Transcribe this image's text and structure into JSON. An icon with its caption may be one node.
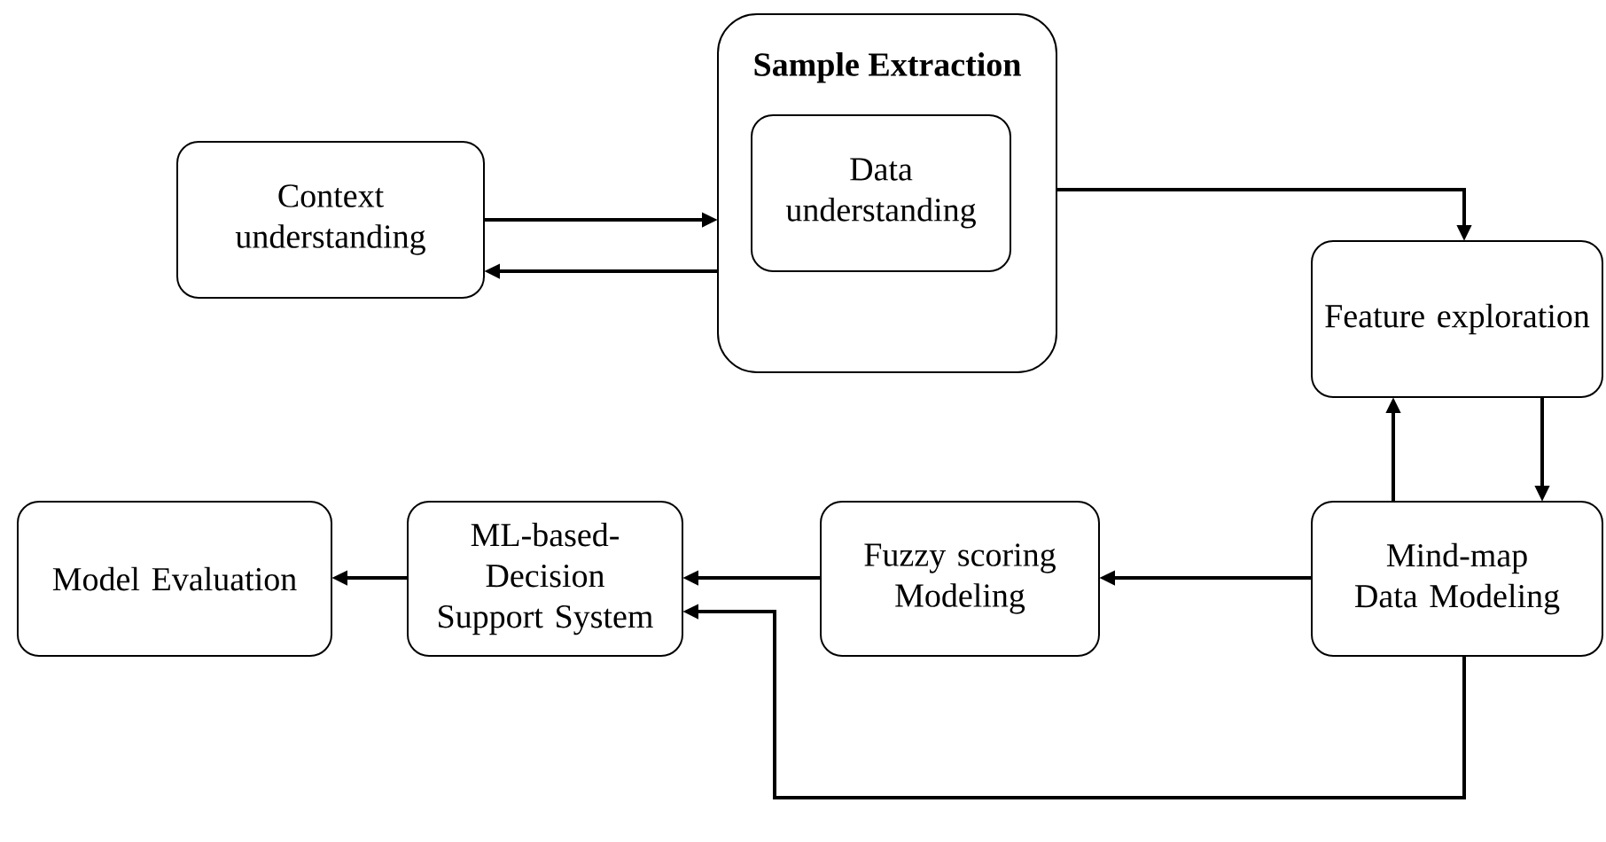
{
  "diagram": {
    "nodes": [
      {
        "text": [
          "Context understanding"
        ]
      },
      {
        "text": [
          "Sample Extraction"
        ]
      },
      {
        "text": [
          "Data understanding"
        ],
        "in": 1
      },
      {
        "text": [
          "Feature exploration"
        ]
      },
      {
        "text": [
          "Mind-map Data Modeling"
        ]
      },
      {
        "text": [
          "Fuzzy scoring Modeling"
        ]
      },
      {
        "text": [
          "ML-based-Decision Support System"
        ]
      },
      {
        "text": [
          "Model Evaluation"
        ]
      }
    ],
    "edges": [
      {
        "from": 0,
        "to": 1,
        "arrow": "to"
      },
      {
        "from": 1,
        "to": 0,
        "arrow": "to"
      },
      {
        "from": 1,
        "to": 3,
        "arrow": "to"
      },
      {
        "from": 4,
        "to": 3,
        "arrow": "to"
      },
      {
        "from": 3,
        "to": 4,
        "arrow": "to"
      },
      {
        "from": 4,
        "to": 5,
        "arrow": "to"
      },
      {
        "from": 5,
        "to": 6,
        "arrow": "to"
      },
      {
        "from": 6,
        "to": 7,
        "arrow": "to"
      },
      {
        "from": 4,
        "to": 6,
        "arrow": "to"
      }
    ]
  }
}
